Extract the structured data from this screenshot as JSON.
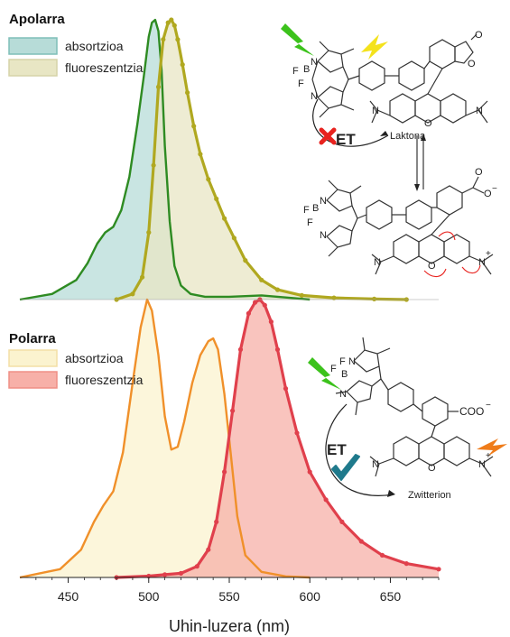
{
  "chart_data": {
    "type": "area",
    "xlabel": "Uhin-luzera (nm)",
    "xlim": [
      420,
      680
    ],
    "x_ticks": [
      450,
      500,
      550,
      600,
      650
    ],
    "panels": [
      {
        "label": "Apolarra",
        "series": [
          {
            "name": "absortzioa",
            "line_color": "#2e8b22",
            "fill_color": "#b7dcd8",
            "x": [
              420,
              440,
              455,
              462,
              468,
              473,
              478,
              483,
              488,
              493,
              497,
              500,
              502,
              504,
              506,
              508,
              510,
              513,
              516,
              520,
              526,
              535,
              550,
              570,
              590,
              600
            ],
            "y": [
              0,
              0.02,
              0.07,
              0.13,
              0.2,
              0.24,
              0.26,
              0.32,
              0.44,
              0.63,
              0.8,
              0.94,
              0.99,
              1.0,
              0.96,
              0.82,
              0.55,
              0.28,
              0.12,
              0.05,
              0.02,
              0.01,
              0.01,
              0.015,
              0.005,
              0
            ]
          },
          {
            "name": "fluoreszentzia",
            "line_color": "#b0a820",
            "fill_color": "#e8e6c4",
            "x": [
              480,
              490,
              496,
              500,
              503,
              506,
              509,
              512,
              514,
              516,
              518,
              521,
              524,
              528,
              532,
              537,
              542,
              547,
              553,
              560,
              570,
              580,
              595,
              615,
              640,
              660
            ],
            "y": [
              0,
              0.02,
              0.08,
              0.24,
              0.48,
              0.76,
              0.93,
              0.99,
              1.0,
              0.98,
              0.93,
              0.84,
              0.74,
              0.62,
              0.52,
              0.43,
              0.36,
              0.29,
              0.22,
              0.14,
              0.07,
              0.035,
              0.015,
              0.006,
              0.002,
              0
            ]
          }
        ]
      },
      {
        "label": "Polarra",
        "series": [
          {
            "name": "absortzioa",
            "line_color": "#f0902a",
            "fill_color": "#fbf3cf",
            "x": [
              420,
              445,
              458,
              466,
              472,
              478,
              484,
              490,
              495,
              499,
              502,
              506,
              510,
              514,
              518,
              522,
              527,
              532,
              537,
              540,
              543,
              547,
              551,
              555,
              560,
              570,
              585,
              600
            ],
            "y": [
              0,
              0.03,
              0.1,
              0.2,
              0.26,
              0.31,
              0.45,
              0.7,
              0.9,
              1.0,
              0.96,
              0.8,
              0.58,
              0.46,
              0.47,
              0.56,
              0.7,
              0.8,
              0.85,
              0.86,
              0.82,
              0.66,
              0.44,
              0.22,
              0.08,
              0.02,
              0.004,
              0
            ]
          },
          {
            "name": "fluoreszentzia",
            "line_color": "#e0404c",
            "fill_color": "#f7b0a8",
            "x": [
              480,
              500,
              510,
              520,
              530,
              537,
              542,
              547,
              552,
              557,
              562,
              566,
              569,
              572,
              576,
              580,
              585,
              592,
              600,
              610,
              620,
              632,
              645,
              660,
              680
            ],
            "y": [
              0,
              0.005,
              0.01,
              0.015,
              0.04,
              0.1,
              0.2,
              0.38,
              0.6,
              0.82,
              0.95,
              0.99,
              1.0,
              0.98,
              0.92,
              0.82,
              0.68,
              0.52,
              0.38,
              0.28,
              0.2,
              0.13,
              0.08,
              0.05,
              0.03
            ]
          }
        ]
      }
    ]
  },
  "schemes": {
    "top": {
      "compound_label": "Laktona",
      "et_label": "ET",
      "et_state": "blocked",
      "atoms": {
        "F1": "F",
        "F2": "F",
        "B": "B",
        "N1": "N",
        "N2": "N",
        "O1": "O",
        "O2": "O",
        "O3": "O",
        "N3": "N",
        "N4": "N"
      },
      "carboxylate_atoms": {
        "O1": "O",
        "O2": "O",
        "O_minus": "−",
        "N_plus": "+"
      },
      "lower_atoms": {
        "F1": "F",
        "F2": "F",
        "B": "B",
        "N1": "N",
        "N2": "N",
        "O_ring": "O",
        "N3": "N",
        "N4": "N"
      }
    },
    "bottom": {
      "compound_label": "Zwitterion",
      "et_label": "ET",
      "et_state": "allowed",
      "atoms": {
        "F1": "F",
        "F2": "F",
        "B": "B",
        "N1": "N",
        "N2": "N",
        "O_ring": "O",
        "N3": "N",
        "N4": "N",
        "N_plus": "+"
      },
      "coo_label": "COO",
      "coo_charge": "−"
    },
    "colors": {
      "green_bolt": "#3cc21c",
      "yellow_bolt": "#f4e21c",
      "orange_bolt": "#ef7c1a",
      "cross": "#e8231f",
      "check": "#1f7a8c"
    }
  }
}
